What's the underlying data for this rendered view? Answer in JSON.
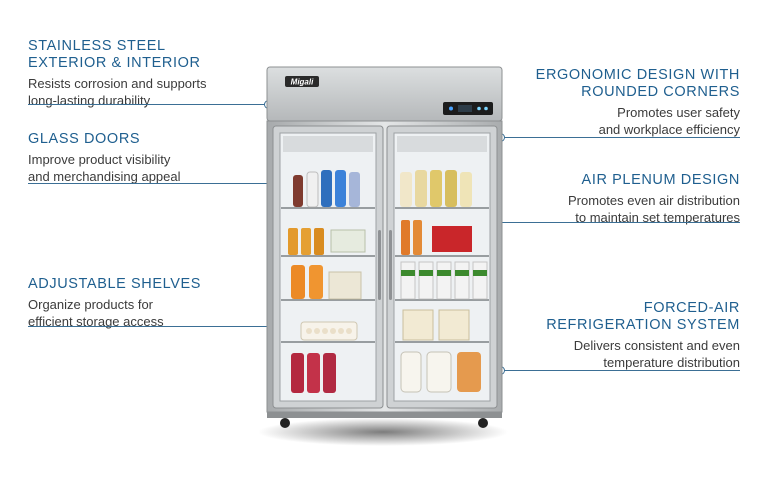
{
  "brand_logo": "Migali",
  "features": {
    "stainless": {
      "title_line1": "STAINLESS STEEL",
      "title_line2": "EXTERIOR & INTERIOR",
      "desc_line1": "Resists corrosion and supports",
      "desc_line2": "long-lasting durability"
    },
    "glass": {
      "title": "GLASS DOORS",
      "desc_line1": "Improve product visibility",
      "desc_line2": "and merchandising appeal"
    },
    "shelves": {
      "title": "ADJUSTABLE SHELVES",
      "desc_line1": "Organize products for",
      "desc_line2": "efficient storage access"
    },
    "ergonomic": {
      "title_line1": "ERGONOMIC DESIGN WITH",
      "title_line2": "ROUNDED CORNERS",
      "desc_line1": "Promotes user safety",
      "desc_line2": "and workplace efficiency"
    },
    "plenum": {
      "title": "AIR PLENUM DESIGN",
      "desc_line1": "Promotes even air distribution",
      "desc_line2": "to maintain set temperatures"
    },
    "forced_air": {
      "title_line1": "FORCED-AIR",
      "title_line2": "REFRIGERATION SYSTEM",
      "desc_line1": "Delivers consistent and even",
      "desc_line2": "temperature distribution"
    }
  },
  "colors": {
    "accent": "#1f5f8f",
    "line": "#3b6f95",
    "steel": "#c9ccce"
  }
}
